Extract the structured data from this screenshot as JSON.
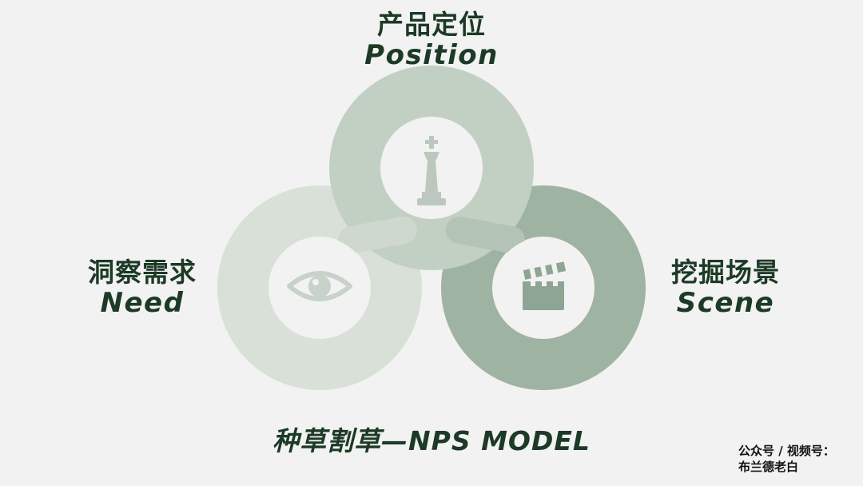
{
  "colors": {
    "background": "#f2f2f2",
    "ring_need": "#d9e0d8",
    "ring_position": "#c2d0c4",
    "ring_position_shade": "#b3c3b5",
    "ring_scene": "#9fb3a2",
    "ring_scene_shade": "#8ea593",
    "icon_light": "#d6ddd4",
    "icon_dark": "#bcc8be",
    "text": "#1c3a26"
  },
  "position": {
    "cn": "产品定位",
    "en": "Position",
    "icon": "chess-king-icon"
  },
  "need": {
    "cn": "洞察需求",
    "en": "Need",
    "icon": "eye-icon"
  },
  "scene": {
    "cn": "挖掘场景",
    "en": "Scene",
    "icon": "clapperboard-icon"
  },
  "model_title": "种草割草—NPS MODEL",
  "watermark": {
    "line1": "公众号 / 视频号：",
    "line2": "布兰德老白"
  }
}
